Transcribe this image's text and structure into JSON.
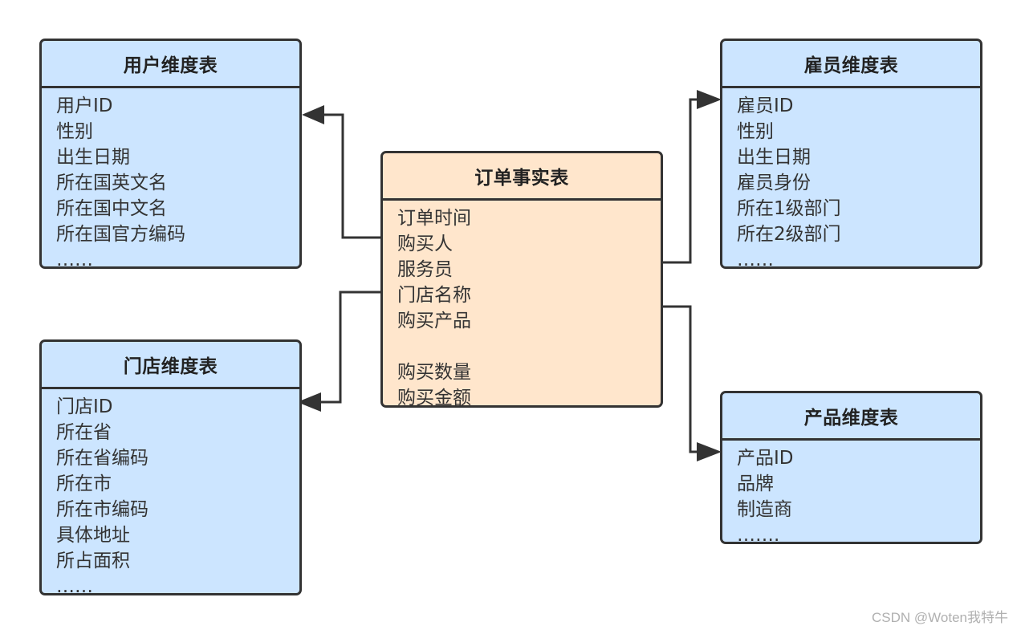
{
  "tables": {
    "user": {
      "title": "用户维度表",
      "fields": [
        "用户ID",
        "性别",
        "出生日期",
        "所在国英文名",
        "所在国中文名",
        "所在国官方编码",
        "……"
      ]
    },
    "store": {
      "title": "门店维度表",
      "fields": [
        "门店ID",
        "所在省",
        "所在省编码",
        "所在市",
        "所在市编码",
        "具体地址",
        "所占面积",
        "……"
      ]
    },
    "order": {
      "title": "订单事实表",
      "fields": [
        "订单时间",
        "购买人",
        "服务员",
        "门店名称",
        "购买产品",
        "购买数量",
        "购买金额"
      ]
    },
    "employee": {
      "title": "雇员维度表",
      "fields": [
        "雇员ID",
        "性别",
        "出生日期",
        "雇员身份",
        "所在1级部门",
        "所在2级部门",
        "……"
      ]
    },
    "product": {
      "title": "产品维度表",
      "fields": [
        "产品ID",
        "品牌",
        "制造商",
        "……."
      ]
    }
  },
  "colors": {
    "dimension_fill": "#cce5ff",
    "fact_fill": "#ffe6cc",
    "stroke": "#333333"
  },
  "watermark": "CSDN @Woten我特牛"
}
